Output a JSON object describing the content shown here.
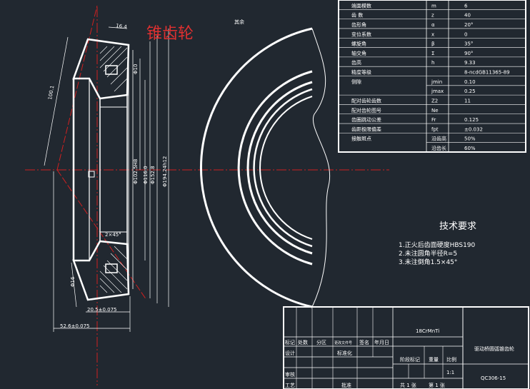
{
  "title_cn": "锥齿轮",
  "remainder_note": "其余",
  "param_table": {
    "rows": [
      {
        "name": "端面模数",
        "sym": "m",
        "val": "6"
      },
      {
        "name": "齿    数",
        "sym": "z",
        "val": "40"
      },
      {
        "name": "齿形角",
        "sym": "α",
        "val": "20°"
      },
      {
        "name": "变位系数",
        "sym": "x",
        "val": "0"
      },
      {
        "name": "螺旋角",
        "sym": "β",
        "val": "35°"
      },
      {
        "name": "轴交角",
        "sym": "Σ",
        "val": "90°"
      },
      {
        "name": "齿高",
        "sym": "h",
        "val": "9.33"
      },
      {
        "name": "精度等级",
        "sym": "",
        "val": "8-ncdGB11365-89"
      },
      {
        "name": "侧隙",
        "sym": "jmin",
        "val": "0.10"
      },
      {
        "name": "",
        "sym": "jmax",
        "val": "0.25"
      },
      {
        "name": "配对齿轮齿数",
        "sym": "Z2",
        "val": "11"
      },
      {
        "name": "配对齿轮图号",
        "sym": "Ne",
        "val": ""
      },
      {
        "name": "齿圈跳动公差",
        "sym": "Fr",
        "val": "0.125"
      },
      {
        "name": "齿距极限偏差",
        "sym": "fpt",
        "val": "±0.032"
      },
      {
        "name": "接触斑点",
        "sym": "沿齿高",
        "val": "50%"
      },
      {
        "name": "",
        "sym": "沿齿长",
        "val": "60%"
      }
    ]
  },
  "tech_req": {
    "title": "技术要求",
    "items": [
      "1.正火后齿面硬度HBS190",
      "2.未注圆角半径R=5",
      "3.未注倒角1.5×45°"
    ]
  },
  "dims": {
    "d1": "100.1",
    "d2": "16.4",
    "d3": "Φ10",
    "d4": "Φ102.5H8",
    "d5": "Φ116.0",
    "d6": "Φ152.8",
    "d7": "Φ194.24h12",
    "d8": "2×45°",
    "d9": "Φ16",
    "d10": "20.5±0.075",
    "d11": "52.6±0.075"
  },
  "title_block": {
    "material": "18CrMnTi",
    "part_name": "驱动桥圆弧锥齿轮",
    "drawing_no": "QC306-15",
    "scale": "1:1",
    "labels": {
      "mark": "标记",
      "count": "处数",
      "zone": "分区",
      "change_doc": "更改文件号",
      "sign": "签名",
      "date": "年月日",
      "design": "设计",
      "standardize": "标准化",
      "stage_mark": "阶段标记",
      "weight": "重量",
      "scale_lbl": "比例",
      "review": "审核",
      "process": "工艺",
      "approve": "批准",
      "sheets_total": "共 1 张",
      "sheet_no": "第 1 张"
    }
  }
}
